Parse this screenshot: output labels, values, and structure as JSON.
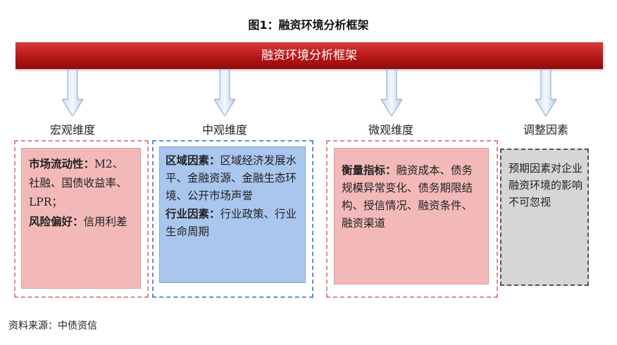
{
  "figure_title": "图1：融资环境分析框架",
  "banner": "融资环境分析框架",
  "columns": [
    {
      "label": "宏观维度",
      "items": [
        {
          "key": "市场流动性：",
          "text": "M2、社融、国债收益率、LPR；"
        },
        {
          "key": "风险偏好：",
          "text": "信用利差"
        }
      ]
    },
    {
      "label": "中观维度",
      "items": [
        {
          "key": "区域因素：",
          "text": "区域经济发展水平、金融资源、金融生态环境、公开市场声誉"
        },
        {
          "key": "行业因素：",
          "text": "行业政策、行业生命周期"
        }
      ]
    },
    {
      "label": "微观维度",
      "items": [
        {
          "key": "衡量指标：",
          "text": "融资成本、债务规模异常变化、债务期限结构、授信情况、融资条件、融资渠道"
        }
      ]
    },
    {
      "label": "调整因素",
      "items": [
        {
          "key": "",
          "text": "预期因素对企业融资环境的影响不可忽视"
        }
      ]
    }
  ],
  "source": "资料来源：中债资信",
  "colors": {
    "banner": "#b31414",
    "red_dash": "#e08a8a",
    "blue_dash": "#5b8fd8",
    "gray_dash": "#555555",
    "pink_fill": "#f3b9b9",
    "blue_fill": "#a9c6ee",
    "gray_fill": "#d6d6d6"
  }
}
